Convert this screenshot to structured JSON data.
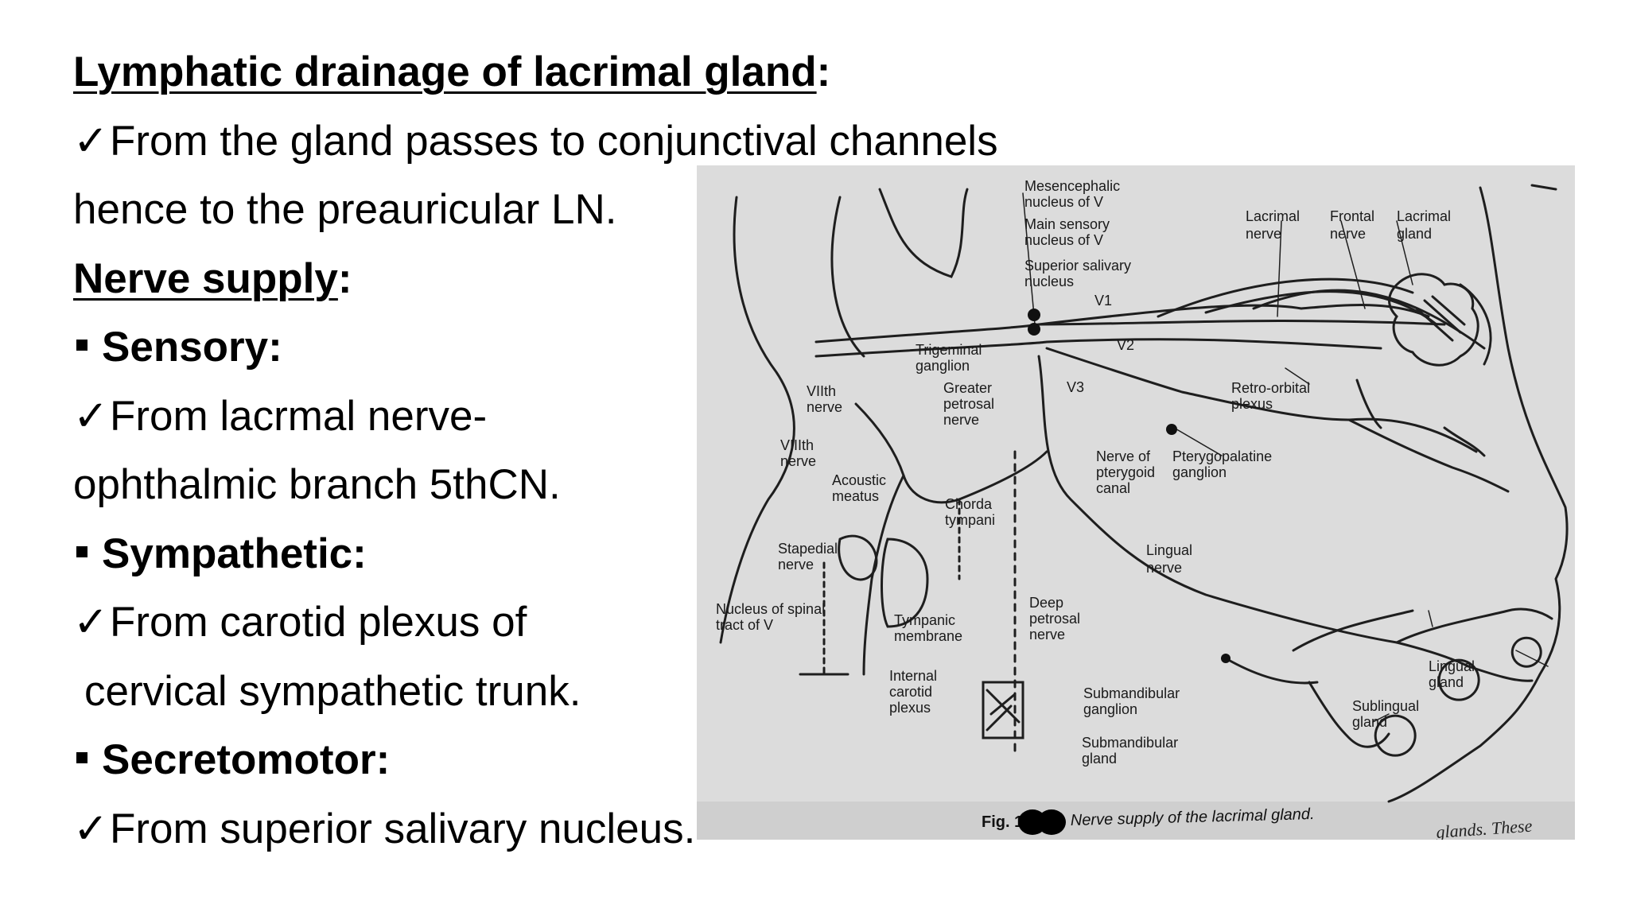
{
  "heading_lymph": "Lymphatic drainage of lacrimal gland",
  "heading_nerve": "Nerve supply",
  "colon": ":",
  "check": "✓",
  "lines": {
    "lymph_1": "From the gland passes to conjunctival channels",
    "lymph_2": "hence to the preauricular LN.",
    "sensory": "Sensory:",
    "sensory_1": "From lacrmal nerve-",
    "sensory_2": "ophthalmic branch 5thCN.",
    "sympathetic": "Sympathetic:",
    "symp_1": "From carotid plexus of",
    "symp_2": "cervical sympathetic trunk.",
    "secretomotor": "Secretomotor:",
    "secreto_1": "From superior salivary nucleus."
  },
  "figure": {
    "labels": {
      "mesencephalic_1": "Mesencephalic",
      "mesencephalic_2": "nucleus of V",
      "main_sensory_1": "Main sensory",
      "main_sensory_2": "nucleus of V",
      "sup_salivary_1": "Superior salivary",
      "sup_salivary_2": "nucleus",
      "v1": "V1",
      "v2": "V2",
      "v3": "V3",
      "lacrimal_nerve_1": "Lacrimal",
      "lacrimal_nerve_2": "nerve",
      "frontal_nerve_1": "Frontal",
      "frontal_nerve_2": "nerve",
      "lacrimal_gland_1": "Lacrimal",
      "lacrimal_gland_2": "gland",
      "trigeminal_1": "Trigeminal",
      "trigeminal_2": "ganglion",
      "greater_1": "Greater",
      "greater_2": "petrosal",
      "greater_3": "nerve",
      "vii_1": "VIIth",
      "vii_2": "nerve",
      "viii_1": "VIIIth",
      "viii_2": "nerve",
      "acoustic_1": "Acoustic",
      "acoustic_2": "meatus",
      "retro_1": "Retro-orbital",
      "retro_2": "plexus",
      "pterygoid_1": "Nerve of",
      "pterygoid_2": "pterygoid",
      "pterygoid_3": "canal",
      "ptpal_1": "Pterygopalatine",
      "ptpal_2": "ganglion",
      "chorda_1": "Chorda",
      "chorda_2": "tympani",
      "stapedial_1": "Stapedial",
      "stapedial_2": "nerve",
      "lingual_n_1": "Lingual",
      "lingual_n_2": "nerve",
      "spinal_1": "Nucleus of spinal",
      "spinal_2": "tract of V",
      "tympanic_1": "Tympanic",
      "tympanic_2": "membrane",
      "deep_1": "Deep",
      "deep_2": "petrosal",
      "deep_3": "nerve",
      "lingual_g_1": "Lingual",
      "lingual_g_2": "gland",
      "internal_1": "Internal",
      "internal_2": "carotid",
      "internal_3": "plexus",
      "submand_gang_1": "Submandibular",
      "submand_gang_2": "ganglion",
      "sublingual_1": "Sublingual",
      "sublingual_2": "gland",
      "submand_gland_1": "Submandibular",
      "submand_gland_2": "gland"
    },
    "caption_fig": "Fig. 1",
    "caption_text": "Nerve supply of the lacrimal gland.",
    "fragment": "glands. These"
  }
}
